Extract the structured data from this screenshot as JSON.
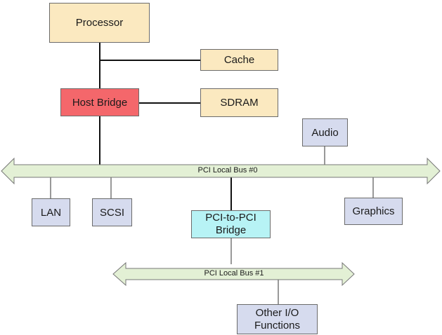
{
  "blocks": {
    "processor": "Processor",
    "cache": "Cache",
    "host_bridge": "Host Bridge",
    "sdram": "SDRAM",
    "audio": "Audio",
    "lan": "LAN",
    "scsi": "SCSI",
    "pci_to_pci_bridge": "PCI-to-PCI Bridge",
    "graphics": "Graphics",
    "other_io": "Other I/O Functions"
  },
  "buses": {
    "bus0": "PCI Local Bus #0",
    "bus1": "PCI Local Bus #1"
  },
  "colors": {
    "processor_fill": "#fbe9c0",
    "host_bridge_fill": "#f4676b",
    "device_fill": "#d6dbee",
    "bridge_fill": "#b7f3f5",
    "bus_fill": "#e3f0d5"
  }
}
